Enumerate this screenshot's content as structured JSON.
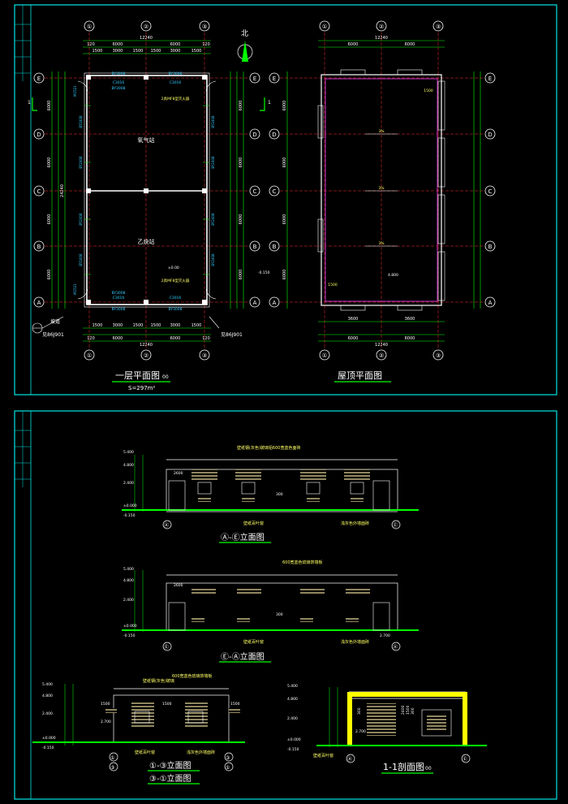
{
  "sheet_top": {
    "plan": {
      "title": "一层平面图",
      "title_suffix": "00",
      "area": "S=297m²",
      "room_upper": "氧气站",
      "room_lower": "乙炔站",
      "extinguisher_note_top": "2具MF8型灭火器",
      "extinguisher_note_bottom": "2具MF8型灭火器",
      "ramp_label": "坡道",
      "ramp_ref": "见86J901",
      "ramp_ref_right": "见86J901",
      "overall_dim": "12240",
      "top_dims": [
        "120",
        "6000",
        "6000",
        "120"
      ],
      "top_subdims": [
        "1500",
        "3000",
        "1500",
        "1500",
        "3000",
        "1500"
      ],
      "bottom_subdims": [
        "1500",
        "3000",
        "1500",
        "1500",
        "3000",
        "1500"
      ],
      "bottom_dims": [
        "120",
        "6000",
        "6000",
        "120"
      ],
      "bottom_overall": "12240",
      "axis_cols": [
        "①",
        "②",
        "③"
      ],
      "axis_rows": [
        "E",
        "D",
        "C",
        "B",
        "A"
      ],
      "level_note": "±0.00",
      "level_out": "-0.150",
      "section_mark": "1",
      "window_tags": [
        "BY3008",
        "C3016",
        "BY3008",
        "C3016",
        "BY3008",
        "BY3008",
        "C3016",
        "BY3008",
        "C3016",
        "BY3008"
      ],
      "door_tags": [
        "M1521",
        "M1521"
      ],
      "side_tags": [
        "BY2408",
        "BY2408",
        "BY2408",
        "BY2408",
        "BY2408",
        "BY2408",
        "BY2408",
        "BY2408"
      ],
      "left_dims": [
        "6000",
        "6000",
        "6000",
        "6000",
        "24240"
      ],
      "right_dims": [
        "6000",
        "6000",
        "6000",
        "6000"
      ]
    },
    "roof": {
      "title": "屋顶平面图",
      "north": "北",
      "overall_dim": "12240",
      "top_dims": [
        "6000",
        "6000"
      ],
      "bottom_dims": [
        "3600",
        "3600"
      ],
      "bottom_dims2": [
        "6000",
        "6000"
      ],
      "bottom_overall": "12240",
      "axis_cols": [
        "①",
        "②",
        "③"
      ],
      "axis_rows": [
        "E",
        "D",
        "C",
        "B",
        "A"
      ],
      "slope": "3%",
      "level": "4.800",
      "gutter_dims": [
        "1500",
        "1500"
      ],
      "side_dims": [
        "6000",
        "6000",
        "6000",
        "6000"
      ]
    }
  },
  "sheet_bottom": {
    "elev_ae": {
      "title": "Ⓐ-Ⓔ立面图",
      "note_top": "壁纸钢(灰色)玻璃铝600宽蓝色面砖",
      "note_mid": "壁纸百叶窗",
      "note_wall": "浅灰色外墙面砖",
      "axis_left": "Ⓐ",
      "axis_right": "Ⓔ",
      "levels": [
        "5.400",
        "4.800",
        "2.400",
        "±0.000",
        "-0.150"
      ],
      "dims": [
        "2600",
        "300"
      ]
    },
    "elev_ea": {
      "title": "Ⓔ-Ⓐ立面图",
      "note_top": "600宽蓝色琉璃饰墙板",
      "note_mid": "壁纸百叶窗",
      "note_wall": "浅灰色外墙面砖",
      "axis_left": "Ⓔ",
      "axis_right": "Ⓐ",
      "levels": [
        "5.400",
        "4.800",
        "2.400",
        "±0.000",
        "-0.150"
      ],
      "level_inner": "2.700",
      "dims": [
        "2600",
        "300"
      ]
    },
    "elev_13": {
      "title": "①-③立面图",
      "title2": "③-①立面图",
      "note_top": "600宽蓝色琉璃饰墙板",
      "note_top2": "壁纸钢(灰色)玻璃",
      "note_mid": "壁纸百叶窗",
      "note_wall": "浅灰色外墙面砖",
      "axis_left": "①",
      "axis_right": "③",
      "axis_left2": "③",
      "axis_right2": "①",
      "levels": [
        "5.400",
        "4.800",
        "2.400",
        "±0.000",
        "-0.150"
      ],
      "level_inner": "2.700",
      "dims": [
        "1500",
        "1500",
        "1500"
      ]
    },
    "section": {
      "title": "1-1剖面图",
      "title_suffix": "00",
      "note": "壁纸百叶窗",
      "axis_left": "Ⓐ",
      "axis_right": "Ⓔ",
      "levels": [
        "5.400",
        "4.800",
        "2.400",
        "±0.000",
        "-0.150"
      ],
      "level_inner": "2.700",
      "dims": [
        "300",
        "2400",
        "1500",
        "300"
      ]
    }
  },
  "colors": {
    "frame": "#00e5e5",
    "line_white": "#ffffff",
    "line_green": "#00ff00",
    "line_yellow": "#ffff00",
    "line_red": "#ff3030",
    "line_magenta": "#ff40ff",
    "text_yellow": "#ffff66",
    "text_cyan": "#33ccff"
  }
}
